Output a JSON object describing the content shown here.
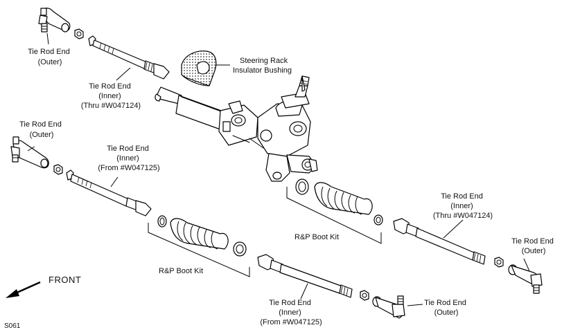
{
  "diagram": {
    "figure_code": "S061",
    "direction_label": "FRONT",
    "labels": {
      "tie_rod_end_outer_top_left": [
        "Tie Rod End",
        "(Outer)"
      ],
      "tie_rod_end_inner_top": [
        "Tie Rod End",
        "(Inner)",
        "(Thru #W047124)"
      ],
      "insulator_bushing": [
        "Steering Rack",
        "Insulator Bushing"
      ],
      "tie_rod_end_outer_left": [
        "Tie Rod End",
        "(Outer)"
      ],
      "tie_rod_end_inner_left": [
        "Tie Rod End",
        "(Inner)",
        "(From #W047125)"
      ],
      "rp_boot_kit_left": [
        "R&P Boot Kit"
      ],
      "rp_boot_kit_right": [
        "R&P Boot Kit"
      ],
      "tie_rod_end_inner_right": [
        "Tie Rod End",
        "(Inner)",
        "(Thru #W047124)"
      ],
      "tie_rod_end_outer_right": [
        "Tie Rod End",
        "(Outer)"
      ],
      "tie_rod_end_inner_bottom": [
        "Tie Rod End",
        "(Inner)",
        "(From #W047125)"
      ],
      "tie_rod_end_outer_bottom": [
        "Tie Rod End",
        "(Outer)"
      ]
    }
  }
}
